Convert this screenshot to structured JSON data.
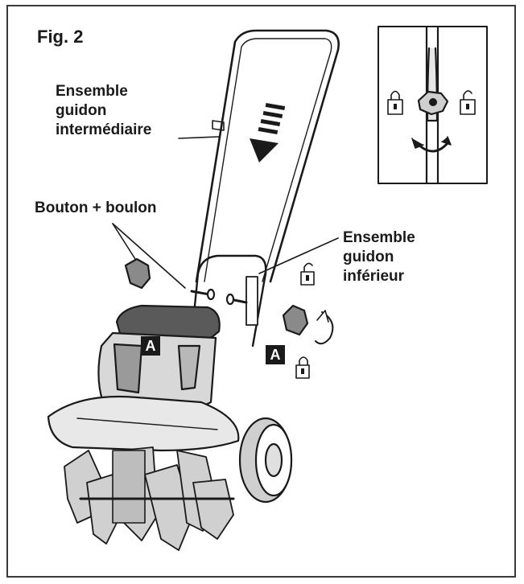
{
  "figure": {
    "title": "Fig. 2"
  },
  "labels": {
    "mid_handle": [
      "Ensemble",
      "guidon",
      "intermédiaire"
    ],
    "knob_bolt": "Bouton + boulon",
    "lower_handle": [
      "Ensemble",
      "guidon",
      "inférieur"
    ]
  },
  "badges": {
    "a1": "A",
    "a2": "A"
  },
  "icons": [
    "lock-closed-icon",
    "lock-open-icon",
    "rotate-arrow-icon",
    "knob-icon",
    "bolt-icon"
  ],
  "colors": {
    "line": "#1a1a1a",
    "body_fill": "#d8d8d8",
    "dark_fill": "#4a4a4a"
  }
}
